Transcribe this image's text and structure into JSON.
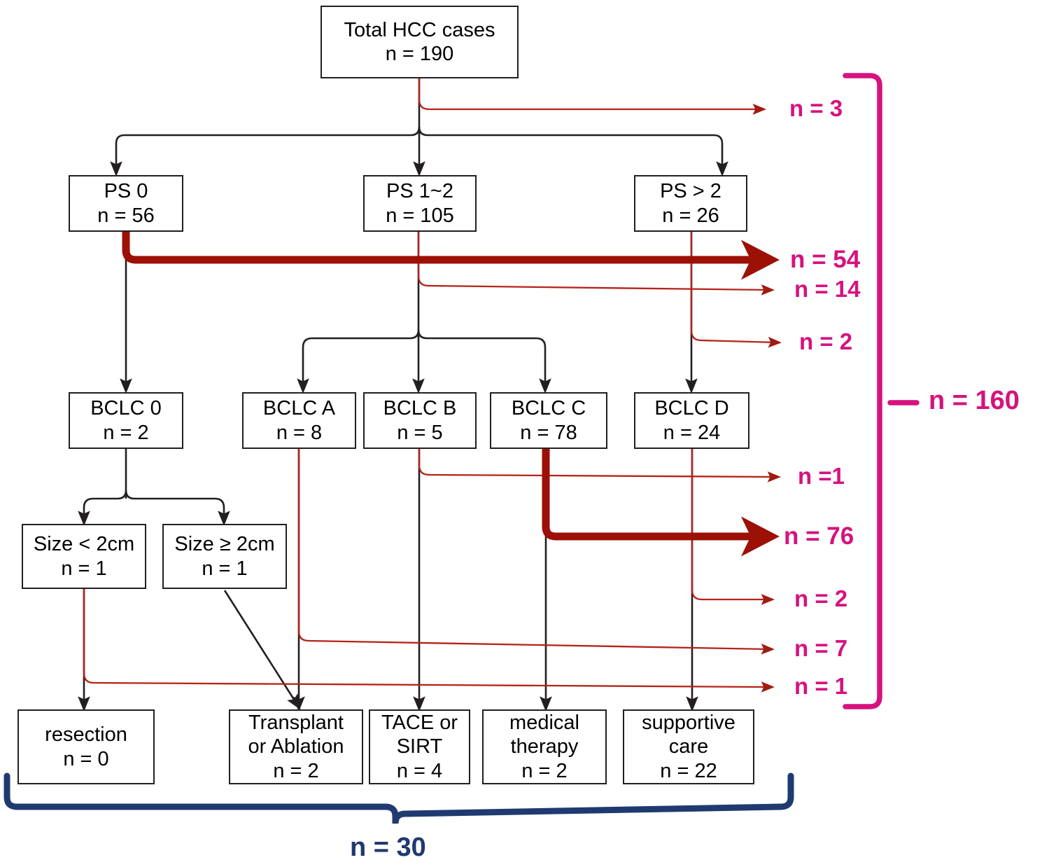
{
  "figure": {
    "type": "flowchart",
    "description": "HCC case allocation flowchart by performance status, BCLC stage, tumor size and final treatment",
    "colors": {
      "node_border": "#231f20",
      "node_text": "#000000",
      "thin_arrow": "#c0392b",
      "thick_arrow": "#9c1006",
      "black_arrow": "#231f20",
      "magenta": "#d6127e",
      "navy": "#1f3a70"
    }
  },
  "nodes": {
    "total": {
      "label": "Total HCC cases",
      "count": "n = 190"
    },
    "ps0": {
      "label": "PS 0",
      "count": "n = 56"
    },
    "ps12": {
      "label": "PS 1~2",
      "count": "n = 105"
    },
    "psgt2": {
      "label": "PS > 2",
      "count": "n = 26"
    },
    "bclc0": {
      "label": "BCLC 0",
      "count": "n = 2"
    },
    "bclcA": {
      "label": "BCLC A",
      "count": "n = 8"
    },
    "bclcB": {
      "label": "BCLC B",
      "count": "n = 5"
    },
    "bclcC": {
      "label": "BCLC C",
      "count": "n = 78"
    },
    "bclcD": {
      "label": "BCLC D",
      "count": "n = 24"
    },
    "sizeLt": {
      "label": "Size < 2cm",
      "count": "n = 1"
    },
    "sizeGe": {
      "label": "Size ≥ 2cm",
      "count": "n = 1"
    },
    "resection": {
      "label": "resection",
      "count": "n = 0"
    },
    "transplant": {
      "label_line1": "Transplant",
      "label_line2": "or Ablation",
      "count": "n = 2"
    },
    "tace": {
      "label_line1": "TACE or",
      "label_line2": "SIRT",
      "count": "n = 4"
    },
    "medical": {
      "label_line1": "medical",
      "label_line2": "therapy",
      "count": "n = 2"
    },
    "supportive": {
      "label_line1": "supportive",
      "label_line2": "care",
      "count": "n = 22"
    }
  },
  "exclusions": [
    {
      "id": "excl-3",
      "label": "n = 3",
      "source": "total",
      "weight": "thin"
    },
    {
      "id": "excl-54",
      "label": "n = 54",
      "source": "ps0",
      "weight": "thick"
    },
    {
      "id": "excl-14",
      "label": "n = 14",
      "source": "ps12",
      "weight": "thin"
    },
    {
      "id": "excl-2a",
      "label": "n = 2",
      "source": "psgt2",
      "weight": "thin"
    },
    {
      "id": "excl-1a",
      "label": "n =1",
      "source": "bclcB",
      "weight": "thin"
    },
    {
      "id": "excl-76",
      "label": "n = 76",
      "source": "bclcC",
      "weight": "thick"
    },
    {
      "id": "excl-2b",
      "label": "n = 2",
      "source": "bclcD",
      "weight": "thin"
    },
    {
      "id": "excl-7",
      "label": "n = 7",
      "source": "bclcA",
      "weight": "thin"
    },
    {
      "id": "excl-1b",
      "label": "n = 1",
      "source": "sizeLt",
      "weight": "thin"
    }
  ],
  "brackets": {
    "excluded_total": {
      "label": "n = 160",
      "color": "#d6127e"
    },
    "treated_total": {
      "label": "n = 30",
      "color": "#1f3a70"
    }
  },
  "chart_data": {
    "type": "table",
    "title": "HCC cases flow",
    "categories": [
      "Total HCC cases",
      "PS 0",
      "PS 1~2",
      "PS > 2",
      "BCLC 0",
      "BCLC A",
      "BCLC B",
      "BCLC C",
      "BCLC D",
      "Size < 2cm",
      "Size ≥ 2cm",
      "resection",
      "Transplant or Ablation",
      "TACE or SIRT",
      "medical therapy",
      "supportive care",
      "excluded n = 3",
      "excluded n = 54",
      "excluded n = 14",
      "excluded n = 2",
      "excluded n = 1",
      "excluded n = 76",
      "excluded n = 2",
      "excluded n = 7",
      "excluded n = 1",
      "total excluded",
      "total treated"
    ],
    "values": [
      190,
      56,
      105,
      26,
      2,
      8,
      5,
      78,
      24,
      1,
      1,
      0,
      2,
      4,
      2,
      22,
      3,
      54,
      14,
      2,
      1,
      76,
      2,
      7,
      1,
      160,
      30
    ]
  }
}
